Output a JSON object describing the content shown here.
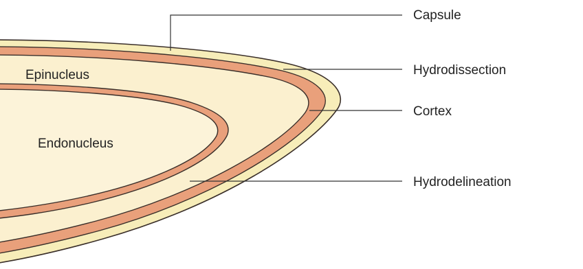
{
  "diagram": {
    "regions": {
      "epinucleus": "Epinucleus",
      "endonucleus": "Endonucleus"
    },
    "callouts": {
      "capsule": "Capsule",
      "hydrodissection": "Hydrodissection",
      "cortex": "Cortex",
      "hydrodelineation": "Hydrodelineation"
    },
    "colors": {
      "capsule_fill": "#f7edb9",
      "cortex_fill": "#e9a07b",
      "epinucleus_fill": "#fbf0cf",
      "endonucleus_fill": "#fcf3d9",
      "layer_outline": "#3a2f2a",
      "leader_line": "#333333"
    }
  }
}
